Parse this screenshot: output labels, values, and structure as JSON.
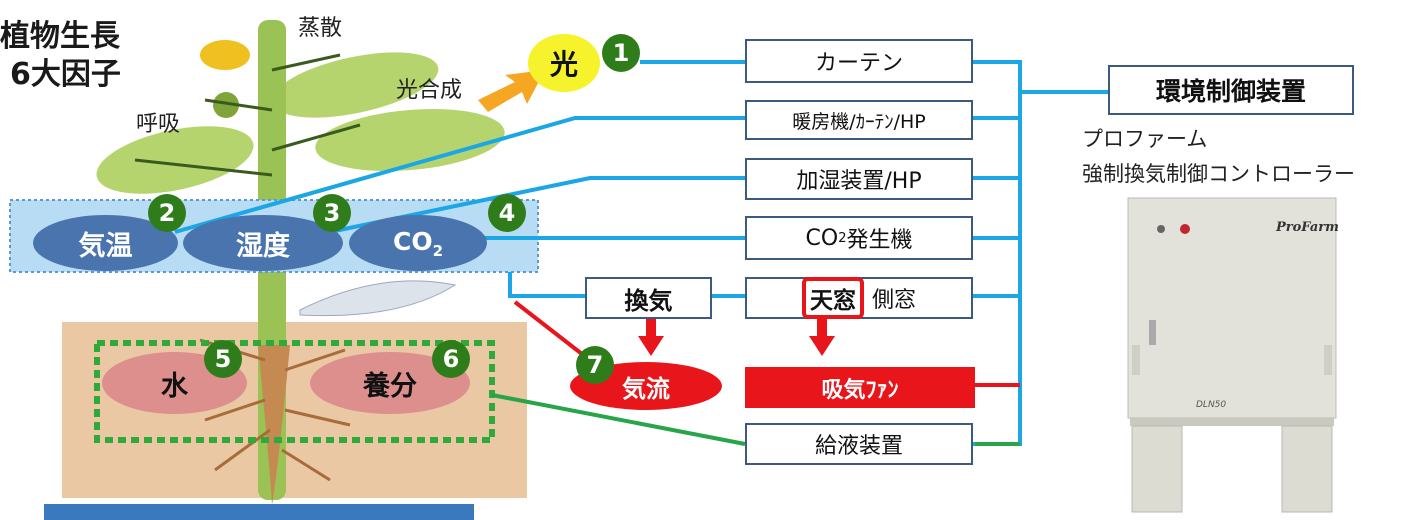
{
  "title": {
    "line1": "植物生長",
    "line2": "6大因子"
  },
  "plant_labels": {
    "transpiration": "蒸散",
    "photosynthesis": "光合成",
    "respiration": "呼吸"
  },
  "light": {
    "label": "光",
    "num": "1"
  },
  "factors": {
    "temperature": {
      "label": "気温",
      "num": "2"
    },
    "humidity": {
      "label": "湿度",
      "num": "3"
    },
    "co2": {
      "label": "CO",
      "sub": "2",
      "num": "4"
    },
    "water": {
      "label": "水",
      "num": "5"
    },
    "nutrients": {
      "label": "養分",
      "num": "6"
    },
    "airflow": {
      "label": "気流",
      "num": "7"
    }
  },
  "devices": {
    "curtain": "カーテン",
    "heater": "暖房機/ｶｰﾃﾝ/HP",
    "humidifier": "加湿装置/HP",
    "co2_gen_pre": "CO",
    "co2_gen_sub": "2",
    "co2_gen_post": "発生機",
    "ventilation": "換気",
    "roof_window": "天窓",
    "side_window": "側窓",
    "intake_fan": "吸気ﾌｧﾝ",
    "liquid_feed": "給液装置"
  },
  "controller": {
    "title": "環境制御装置",
    "line1": "プロファーム",
    "line2": "強制換気制御コントローラー",
    "brand": "ProFarm",
    "model": "DLN50"
  },
  "colors": {
    "blue_line": "#1ba6e6",
    "red": "#e8151b",
    "green_line": "#27a548",
    "ellipse_blue": "#4a74ae",
    "num_green": "#2e7d1a"
  }
}
